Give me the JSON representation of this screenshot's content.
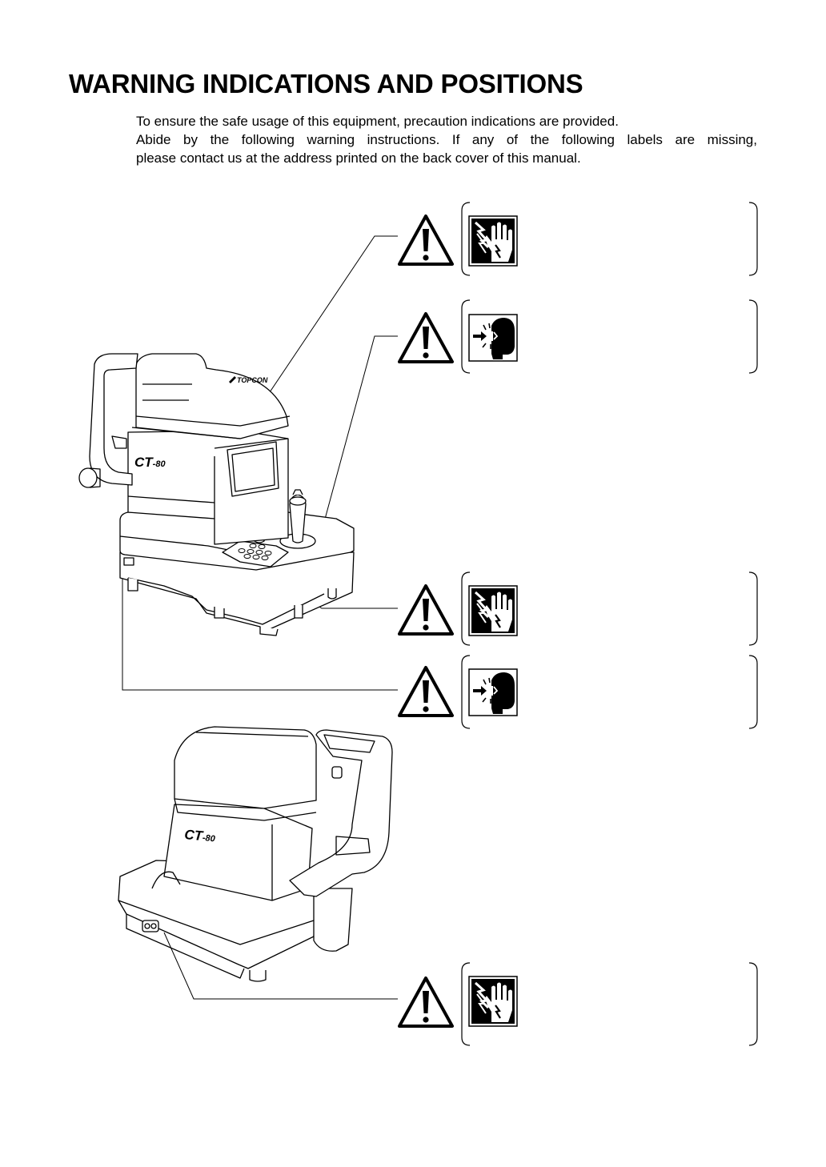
{
  "page": {
    "title": "WARNING INDICATIONS AND POSITIONS",
    "intro": [
      "To ensure the safe usage of this equipment, precaution indications are provided.",
      "Abide by the following warning instructions.  If any of the following labels are missing,",
      "please contact us at the address printed on the back cover of this manual."
    ]
  },
  "device": {
    "brand": "TOPCON",
    "model_front": "CT",
    "model_front_suffix": "-80",
    "model_back": "CT",
    "model_back_suffix": "-80"
  },
  "labels": [
    {
      "id": "label-1",
      "symbols": [
        "warning-triangle-icon",
        "electric-shock-hand-icon"
      ]
    },
    {
      "id": "label-2",
      "symbols": [
        "warning-triangle-icon",
        "head-impact-icon"
      ]
    },
    {
      "id": "label-3",
      "symbols": [
        "warning-triangle-icon",
        "electric-shock-hand-icon"
      ]
    },
    {
      "id": "label-4",
      "symbols": [
        "warning-triangle-icon",
        "head-impact-icon"
      ]
    },
    {
      "id": "label-5",
      "symbols": [
        "warning-triangle-icon",
        "electric-shock-hand-icon"
      ]
    }
  ]
}
